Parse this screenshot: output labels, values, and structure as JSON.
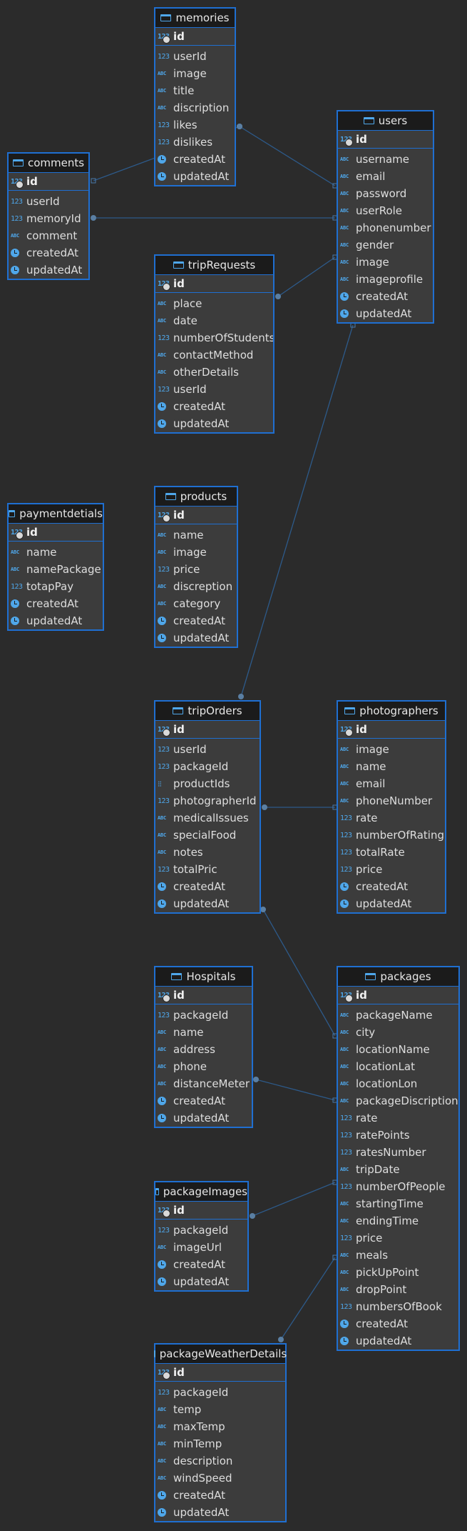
{
  "diagram": {
    "tables": [
      {
        "key": "memories",
        "title": "memories",
        "columns": [
          {
            "name": "id",
            "type": "num",
            "pk": true
          },
          {
            "name": "userId",
            "type": "num"
          },
          {
            "name": "image",
            "type": "txt"
          },
          {
            "name": "title",
            "type": "txt"
          },
          {
            "name": "discription",
            "type": "txt"
          },
          {
            "name": "likes",
            "type": "num"
          },
          {
            "name": "dislikes",
            "type": "num"
          },
          {
            "name": "createdAt",
            "type": "date"
          },
          {
            "name": "updatedAt",
            "type": "date"
          }
        ]
      },
      {
        "key": "users",
        "title": "users",
        "columns": [
          {
            "name": "id",
            "type": "num",
            "pk": true
          },
          {
            "name": "username",
            "type": "txt"
          },
          {
            "name": "email",
            "type": "txt"
          },
          {
            "name": "password",
            "type": "txt"
          },
          {
            "name": "userRole",
            "type": "txt"
          },
          {
            "name": "phonenumber",
            "type": "txt"
          },
          {
            "name": "gender",
            "type": "txt"
          },
          {
            "name": "image",
            "type": "txt"
          },
          {
            "name": "imageprofile",
            "type": "txt"
          },
          {
            "name": "createdAt",
            "type": "date"
          },
          {
            "name": "updatedAt",
            "type": "date"
          }
        ]
      },
      {
        "key": "comments",
        "title": "comments",
        "columns": [
          {
            "name": "id",
            "type": "num",
            "pk": true
          },
          {
            "name": "userId",
            "type": "num"
          },
          {
            "name": "memoryId",
            "type": "num"
          },
          {
            "name": "comment",
            "type": "txt"
          },
          {
            "name": "createdAt",
            "type": "date"
          },
          {
            "name": "updatedAt",
            "type": "date"
          }
        ]
      },
      {
        "key": "tripRequests",
        "title": "tripRequests",
        "columns": [
          {
            "name": "id",
            "type": "num",
            "pk": true
          },
          {
            "name": "place",
            "type": "txt"
          },
          {
            "name": "date",
            "type": "txt"
          },
          {
            "name": "numberOfStudents",
            "type": "num"
          },
          {
            "name": "contactMethod",
            "type": "txt"
          },
          {
            "name": "otherDetails",
            "type": "txt"
          },
          {
            "name": "userId",
            "type": "num"
          },
          {
            "name": "createdAt",
            "type": "date"
          },
          {
            "name": "updatedAt",
            "type": "date"
          }
        ]
      },
      {
        "key": "paymentdetials",
        "title": "paymentdetials",
        "columns": [
          {
            "name": "id",
            "type": "num",
            "pk": true
          },
          {
            "name": "name",
            "type": "txt"
          },
          {
            "name": "namePackage",
            "type": "txt"
          },
          {
            "name": "totapPay",
            "type": "num"
          },
          {
            "name": "createdAt",
            "type": "date"
          },
          {
            "name": "updatedAt",
            "type": "date"
          }
        ]
      },
      {
        "key": "products",
        "title": "products",
        "columns": [
          {
            "name": "id",
            "type": "num",
            "pk": true
          },
          {
            "name": "name",
            "type": "txt"
          },
          {
            "name": "image",
            "type": "txt"
          },
          {
            "name": "price",
            "type": "num"
          },
          {
            "name": "discreption",
            "type": "txt"
          },
          {
            "name": "category",
            "type": "txt"
          },
          {
            "name": "createdAt",
            "type": "date"
          },
          {
            "name": "updatedAt",
            "type": "date"
          }
        ]
      },
      {
        "key": "tripOrders",
        "title": "tripOrders",
        "columns": [
          {
            "name": "id",
            "type": "num",
            "pk": true
          },
          {
            "name": "userId",
            "type": "num"
          },
          {
            "name": "packageId",
            "type": "num"
          },
          {
            "name": "productIds",
            "type": "arr"
          },
          {
            "name": "photographerId",
            "type": "num"
          },
          {
            "name": "medicalIssues",
            "type": "txt"
          },
          {
            "name": "specialFood",
            "type": "txt"
          },
          {
            "name": "notes",
            "type": "txt"
          },
          {
            "name": "totalPric",
            "type": "num"
          },
          {
            "name": "createdAt",
            "type": "date"
          },
          {
            "name": "updatedAt",
            "type": "date"
          }
        ]
      },
      {
        "key": "photographers",
        "title": "photographers",
        "columns": [
          {
            "name": "id",
            "type": "num",
            "pk": true
          },
          {
            "name": "image",
            "type": "txt"
          },
          {
            "name": "name",
            "type": "txt"
          },
          {
            "name": "email",
            "type": "txt"
          },
          {
            "name": "phoneNumber",
            "type": "txt"
          },
          {
            "name": "rate",
            "type": "num"
          },
          {
            "name": "numberOfRating",
            "type": "num"
          },
          {
            "name": "totalRate",
            "type": "num"
          },
          {
            "name": "price",
            "type": "num"
          },
          {
            "name": "createdAt",
            "type": "date"
          },
          {
            "name": "updatedAt",
            "type": "date"
          }
        ]
      },
      {
        "key": "Hospitals",
        "title": "Hospitals",
        "columns": [
          {
            "name": "id",
            "type": "num",
            "pk": true
          },
          {
            "name": "packageId",
            "type": "num"
          },
          {
            "name": "name",
            "type": "txt"
          },
          {
            "name": "address",
            "type": "txt"
          },
          {
            "name": "phone",
            "type": "txt"
          },
          {
            "name": "distanceMeter",
            "type": "txt"
          },
          {
            "name": "createdAt",
            "type": "date"
          },
          {
            "name": "updatedAt",
            "type": "date"
          }
        ]
      },
      {
        "key": "packages",
        "title": "packages",
        "columns": [
          {
            "name": "id",
            "type": "num",
            "pk": true
          },
          {
            "name": "packageName",
            "type": "txt"
          },
          {
            "name": "city",
            "type": "txt"
          },
          {
            "name": "locationName",
            "type": "txt"
          },
          {
            "name": "locationLat",
            "type": "txt"
          },
          {
            "name": "locationLon",
            "type": "txt"
          },
          {
            "name": "packageDiscription",
            "type": "txt"
          },
          {
            "name": "rate",
            "type": "num"
          },
          {
            "name": "ratePoints",
            "type": "num"
          },
          {
            "name": "ratesNumber",
            "type": "num"
          },
          {
            "name": "tripDate",
            "type": "txt"
          },
          {
            "name": "numberOfPeople",
            "type": "num"
          },
          {
            "name": "startingTime",
            "type": "txt"
          },
          {
            "name": "endingTime",
            "type": "txt"
          },
          {
            "name": "price",
            "type": "num"
          },
          {
            "name": "meals",
            "type": "txt"
          },
          {
            "name": "pickUpPoint",
            "type": "txt"
          },
          {
            "name": "dropPoint",
            "type": "txt"
          },
          {
            "name": "numbersOfBook",
            "type": "num"
          },
          {
            "name": "createdAt",
            "type": "date"
          },
          {
            "name": "updatedAt",
            "type": "date"
          }
        ]
      },
      {
        "key": "packageImages",
        "title": "packageImages",
        "columns": [
          {
            "name": "id",
            "type": "num",
            "pk": true
          },
          {
            "name": "packageId",
            "type": "num"
          },
          {
            "name": "imageUrl",
            "type": "txt"
          },
          {
            "name": "createdAt",
            "type": "date"
          },
          {
            "name": "updatedAt",
            "type": "date"
          }
        ]
      },
      {
        "key": "packageWeatherDetails",
        "title": "packageWeatherDetails",
        "columns": [
          {
            "name": "id",
            "type": "num",
            "pk": true
          },
          {
            "name": "packageId",
            "type": "num"
          },
          {
            "name": "temp",
            "type": "txt"
          },
          {
            "name": "maxTemp",
            "type": "txt"
          },
          {
            "name": "minTemp",
            "type": "txt"
          },
          {
            "name": "description",
            "type": "txt"
          },
          {
            "name": "windSpeed",
            "type": "txt"
          },
          {
            "name": "createdAt",
            "type": "date"
          },
          {
            "name": "updatedAt",
            "type": "date"
          }
        ]
      }
    ],
    "relations": [
      {
        "from": "memories",
        "to": "comments"
      },
      {
        "from": "memories",
        "to": "users"
      },
      {
        "from": "comments",
        "to": "users"
      },
      {
        "from": "tripRequests",
        "to": "users"
      },
      {
        "from": "tripOrders",
        "to": "users"
      },
      {
        "from": "tripOrders",
        "to": "photographers"
      },
      {
        "from": "tripOrders",
        "to": "packages"
      },
      {
        "from": "Hospitals",
        "to": "packages"
      },
      {
        "from": "packageImages",
        "to": "packages"
      },
      {
        "from": "packageWeatherDetails",
        "to": "packages"
      }
    ],
    "colors": {
      "background": "#2b2b2b",
      "table_border": "#1f6fd1",
      "table_body": "#3c3c3c",
      "header": "#1b1b1b",
      "icon": "#4fa7ea",
      "link": "#2d5a8a"
    },
    "type_icons": {
      "num": "123",
      "txt": "ABC",
      "date": "clock-icon",
      "arr": "array-icon"
    }
  }
}
